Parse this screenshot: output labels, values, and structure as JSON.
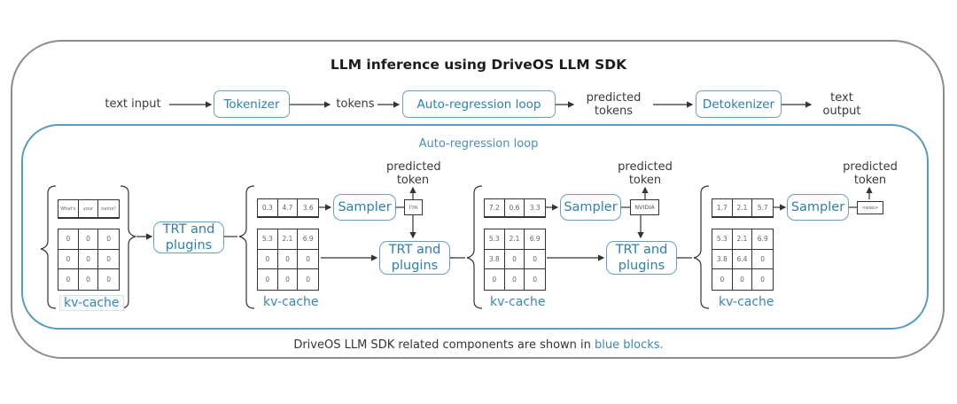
{
  "title": "LLM inference using DriveOS LLM SDK",
  "pipeline": {
    "text_input": "text input",
    "tokenizer": "Tokenizer",
    "tokens": "tokens",
    "auto_regression_loop": "Auto-regression loop",
    "predicted_tokens_line1": "predicted",
    "predicted_tokens_line2": "tokens",
    "detokenizer": "Detokenizer",
    "text_output_line1": "text",
    "text_output_line2": "output"
  },
  "loop": {
    "title": "Auto-regression loop",
    "trt_line1": "TRT and",
    "trt_line2": "plugins",
    "sampler": "Sampler",
    "predicted_line1": "predicted",
    "predicted_line2": "token",
    "kv_cache": "kv-cache",
    "stages": [
      {
        "input_tokens": [
          "What's",
          "your",
          "name?"
        ],
        "kv": [
          [
            "0",
            "0",
            "0"
          ],
          [
            "0",
            "0",
            "0"
          ],
          [
            "0",
            "0",
            "0"
          ]
        ]
      },
      {
        "logits": [
          "0.3",
          "4.7",
          "3.6"
        ],
        "token": "I'm",
        "kv": [
          [
            "5.3",
            "2.1",
            "6.9"
          ],
          [
            "0",
            "0",
            "0"
          ],
          [
            "0",
            "0",
            "0"
          ]
        ]
      },
      {
        "logits": [
          "7.2",
          "0.6",
          "3.3"
        ],
        "token": "NVIDIA",
        "kv": [
          [
            "5.3",
            "2.1",
            "6.9"
          ],
          [
            "3.8",
            "0",
            "0"
          ],
          [
            "0",
            "0",
            "0"
          ]
        ]
      },
      {
        "logits": [
          "1.7",
          "2.1",
          "5.7"
        ],
        "token": "<eos>",
        "kv": [
          [
            "5.3",
            "2.1",
            "6.9"
          ],
          [
            "3.8",
            "6.4",
            "0"
          ],
          [
            "0",
            "0",
            "0"
          ]
        ]
      }
    ]
  },
  "footer": {
    "text": "DriveOS LLM SDK related components are shown in ",
    "highlight": "blue blocks",
    "end": "."
  },
  "colors": {
    "sdk_blue": "#2e7fae",
    "outer_border": "#8c8c8c",
    "inner_border": "#5a9bbd"
  }
}
